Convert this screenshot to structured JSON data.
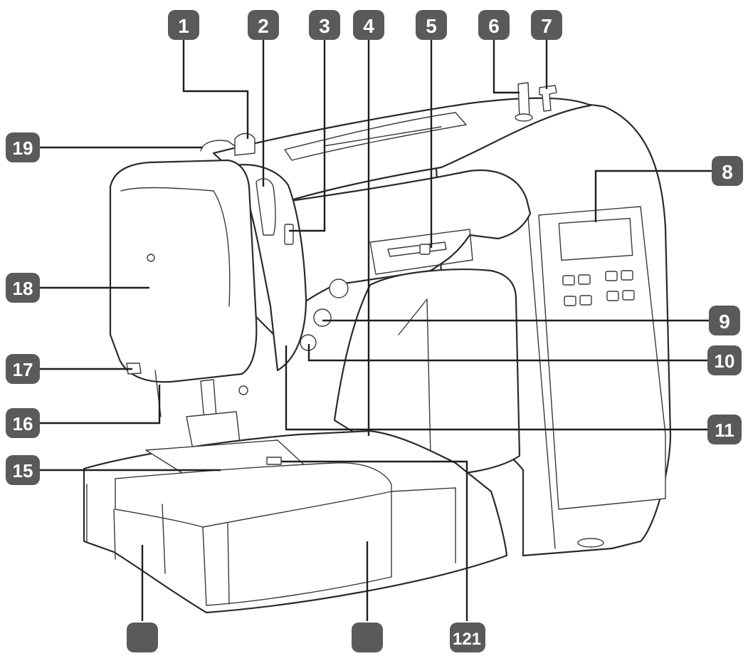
{
  "diagram": {
    "callouts": [
      {
        "id": "1",
        "label": "1"
      },
      {
        "id": "2",
        "label": "2"
      },
      {
        "id": "3",
        "label": "3"
      },
      {
        "id": "4",
        "label": "4"
      },
      {
        "id": "5",
        "label": "5"
      },
      {
        "id": "6",
        "label": "6"
      },
      {
        "id": "7",
        "label": "7"
      },
      {
        "id": "8",
        "label": "8"
      },
      {
        "id": "9",
        "label": "9"
      },
      {
        "id": "10",
        "label": "10"
      },
      {
        "id": "11",
        "label": "11"
      },
      {
        "id": "15",
        "label": "15"
      },
      {
        "id": "16",
        "label": "16"
      },
      {
        "id": "17",
        "label": "17"
      },
      {
        "id": "18",
        "label": "18"
      },
      {
        "id": "19",
        "label": "19"
      },
      {
        "id": "121",
        "label": "121"
      },
      {
        "id": "blank-a",
        "label": ""
      },
      {
        "id": "blank-b",
        "label": ""
      }
    ],
    "colors": {
      "badge": "#5a5a5a",
      "line": "#222222",
      "background": "#ffffff"
    }
  }
}
